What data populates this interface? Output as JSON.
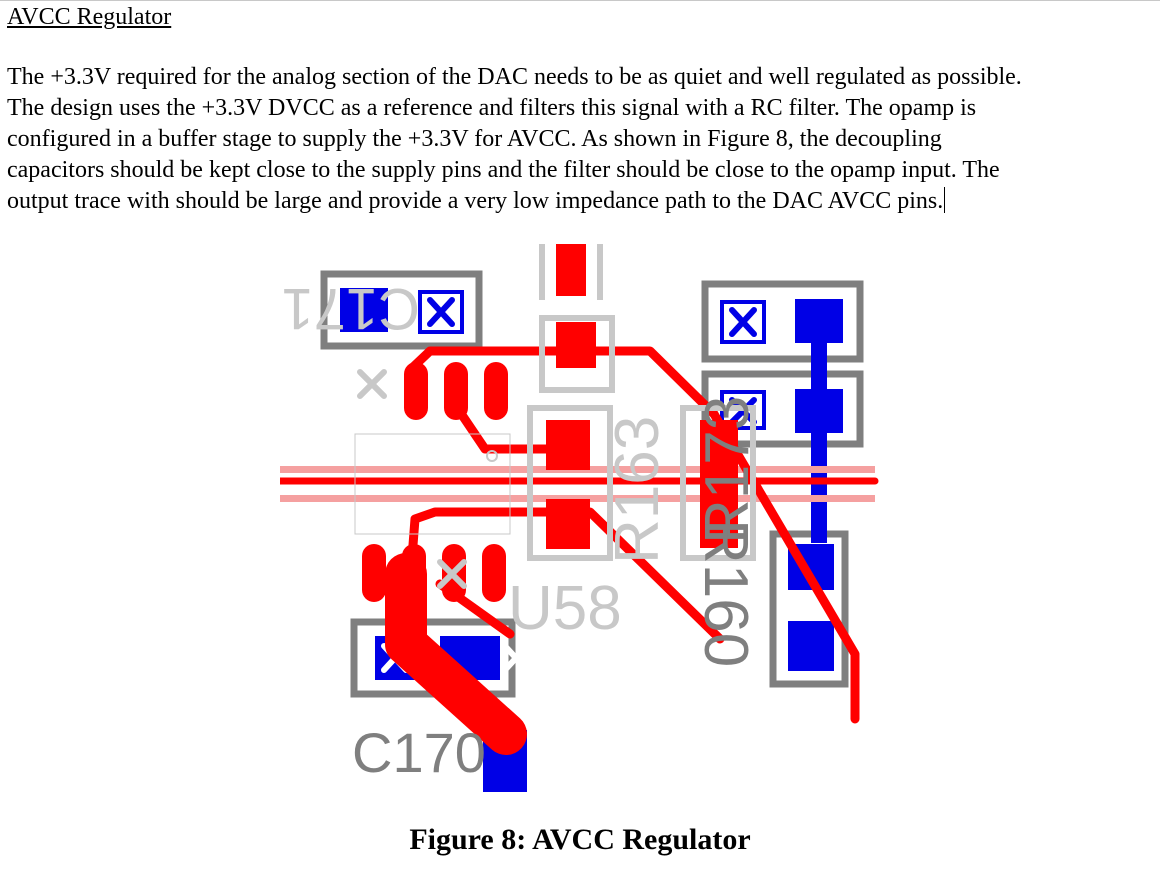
{
  "document": {
    "heading": "AVCC Regulator",
    "paragraph": "The +3.3V required for the analog section of the DAC needs to be as quiet and well regulated as possible.\nThe design uses the +3.3V DVCC as a reference and filters this signal with a RC filter.  The opamp is\nconfigured in a buffer stage to supply the +3.3V for AVCC.  As shown in Figure 8, the decoupling\ncapacitors should be kept close to the supply pins and the filter should be close to the opamp input.  The\noutput trace with should be large and provide a very low impedance path to the DAC AVCC pins.",
    "caption": "Figure 8: AVCC Regulator"
  },
  "pcb": {
    "labels": {
      "c171": "C171",
      "c170": "C170",
      "u58": "U58",
      "r163": "R163",
      "r173": "R173",
      "r160": "R160"
    },
    "colors": {
      "copper_top": "#ff0000",
      "copper_bottom": "#0000e6",
      "silk_top": "#c8c8c8",
      "silk_bottom": "#7f7f7f",
      "trace_faint": "#f5a0a0"
    }
  }
}
